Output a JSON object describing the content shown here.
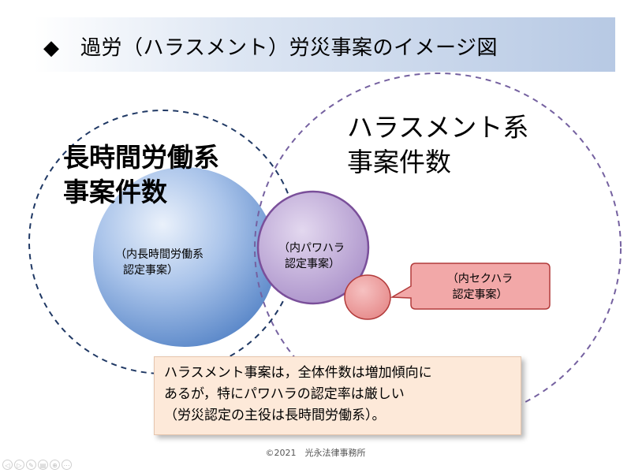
{
  "slide": {
    "title": "◆　過労（ハラスメント）労災事案のイメージ図"
  },
  "diagram": {
    "long_hours_label": [
      "長時間労働系",
      "事案件数"
    ],
    "harassment_label": [
      "ハラスメント系",
      "事案件数"
    ],
    "long_hours_certified": [
      "（内長時間労働系",
      "認定事案）"
    ],
    "power_harassment_certified": [
      "（内パワハラ",
      "認定事案）"
    ],
    "sexual_harassment_certified": [
      "（内セクハラ",
      "認定事案）"
    ]
  },
  "note": {
    "lines": [
      "ハラスメント事案は，全体件数は増加傾向に",
      "あるが，特にパワハラの認定率は厳しい",
      "（労災認定の主役は長時間労働系）。"
    ]
  },
  "footer": {
    "copyright": "©2021　光永法律事務所"
  },
  "nav": {
    "prev": "◁",
    "next": "▷",
    "pen": "✎",
    "menu": "▤",
    "zoom": "⊕",
    "more": "⋯"
  },
  "colors": {
    "long_hours_fill": "#7fa6dc",
    "power_fill": "#b8a3d1",
    "power_stroke": "#7a4f9a",
    "sexual_fill": "#ee9b9b",
    "sexual_stroke": "#b23a3a",
    "dash_blue": "#1f3864",
    "dash_purple": "#7561a0",
    "note_fill": "#fde9d9"
  }
}
